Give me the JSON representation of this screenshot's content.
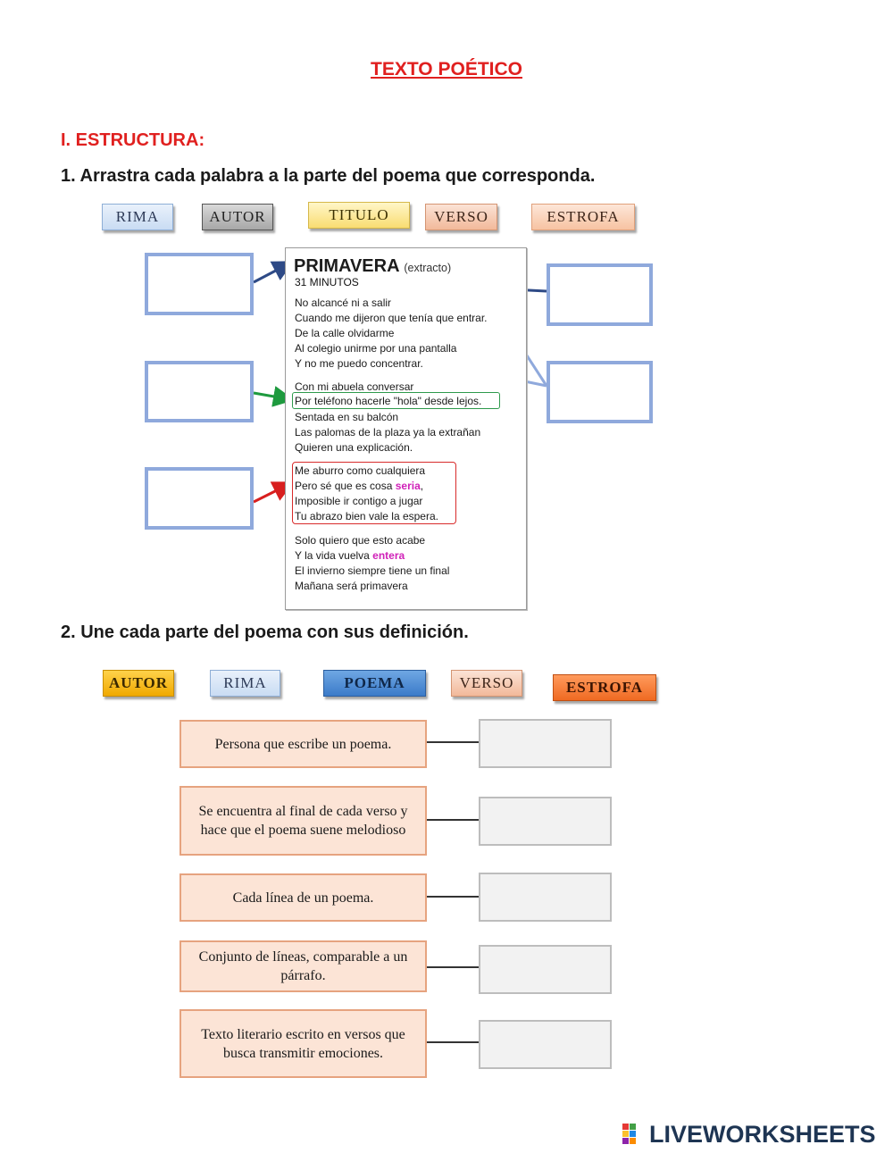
{
  "title": "TEXTO POÉTICO",
  "section1": "I. ESTRUCTURA:",
  "instruction1": "1.    Arrastra cada palabra a la parte del poema que corresponda.",
  "tags1": [
    "RIMA",
    "AUTOR",
    "TITULO",
    "VERSO",
    "ESTROFA"
  ],
  "poem": {
    "title": "PRIMAVERA",
    "subtitle": "(extracto)",
    "author": "31 MINUTOS",
    "stanza1": [
      "No alcancé ni a salir",
      "Cuando me dijeron que tenía que entrar.",
      "De la calle olvidarme",
      "Al colegio unirme por una pantalla",
      "Y no me puedo concentrar."
    ],
    "stanza2": [
      "Con mi abuela conversar",
      "Por teléfono hacerle \"hola\" desde lejos.",
      "Sentada en su balcón",
      "Las palomas de la plaza ya la extrañan",
      "Quieren una explicación."
    ],
    "stanza3": [
      "Me aburro como cualquiera",
      "Pero sé que es cosa ",
      "seria",
      ",",
      "Imposible ir contigo a jugar",
      "Tu abrazo bien vale la espera."
    ],
    "stanza4": [
      "Solo quiero que esto acabe",
      "Y la vida vuelva ",
      "entera",
      "El invierno siempre tiene un final",
      "Mañana será primavera"
    ]
  },
  "instruction2": "2. Une cada parte del poema con sus definición.",
  "tags2": [
    "AUTOR",
    "RIMA",
    "POEMA",
    "VERSO",
    "ESTROFA"
  ],
  "definitions": [
    "Persona que escribe un poema.",
    "Se encuentra al final de cada verso y hace que el poema suene melodioso",
    "Cada línea de un poema.",
    "Conjunto de líneas, comparable a un párrafo.",
    "Texto literario escrito en versos que busca transmitir emociones."
  ],
  "brand": "LIVEWORKSHEETS",
  "colors": {
    "title_red": "#e0201f",
    "box_blue": "#8fa9dc",
    "def_fill": "#fce4d6",
    "brand_navy": "#1e3553"
  }
}
